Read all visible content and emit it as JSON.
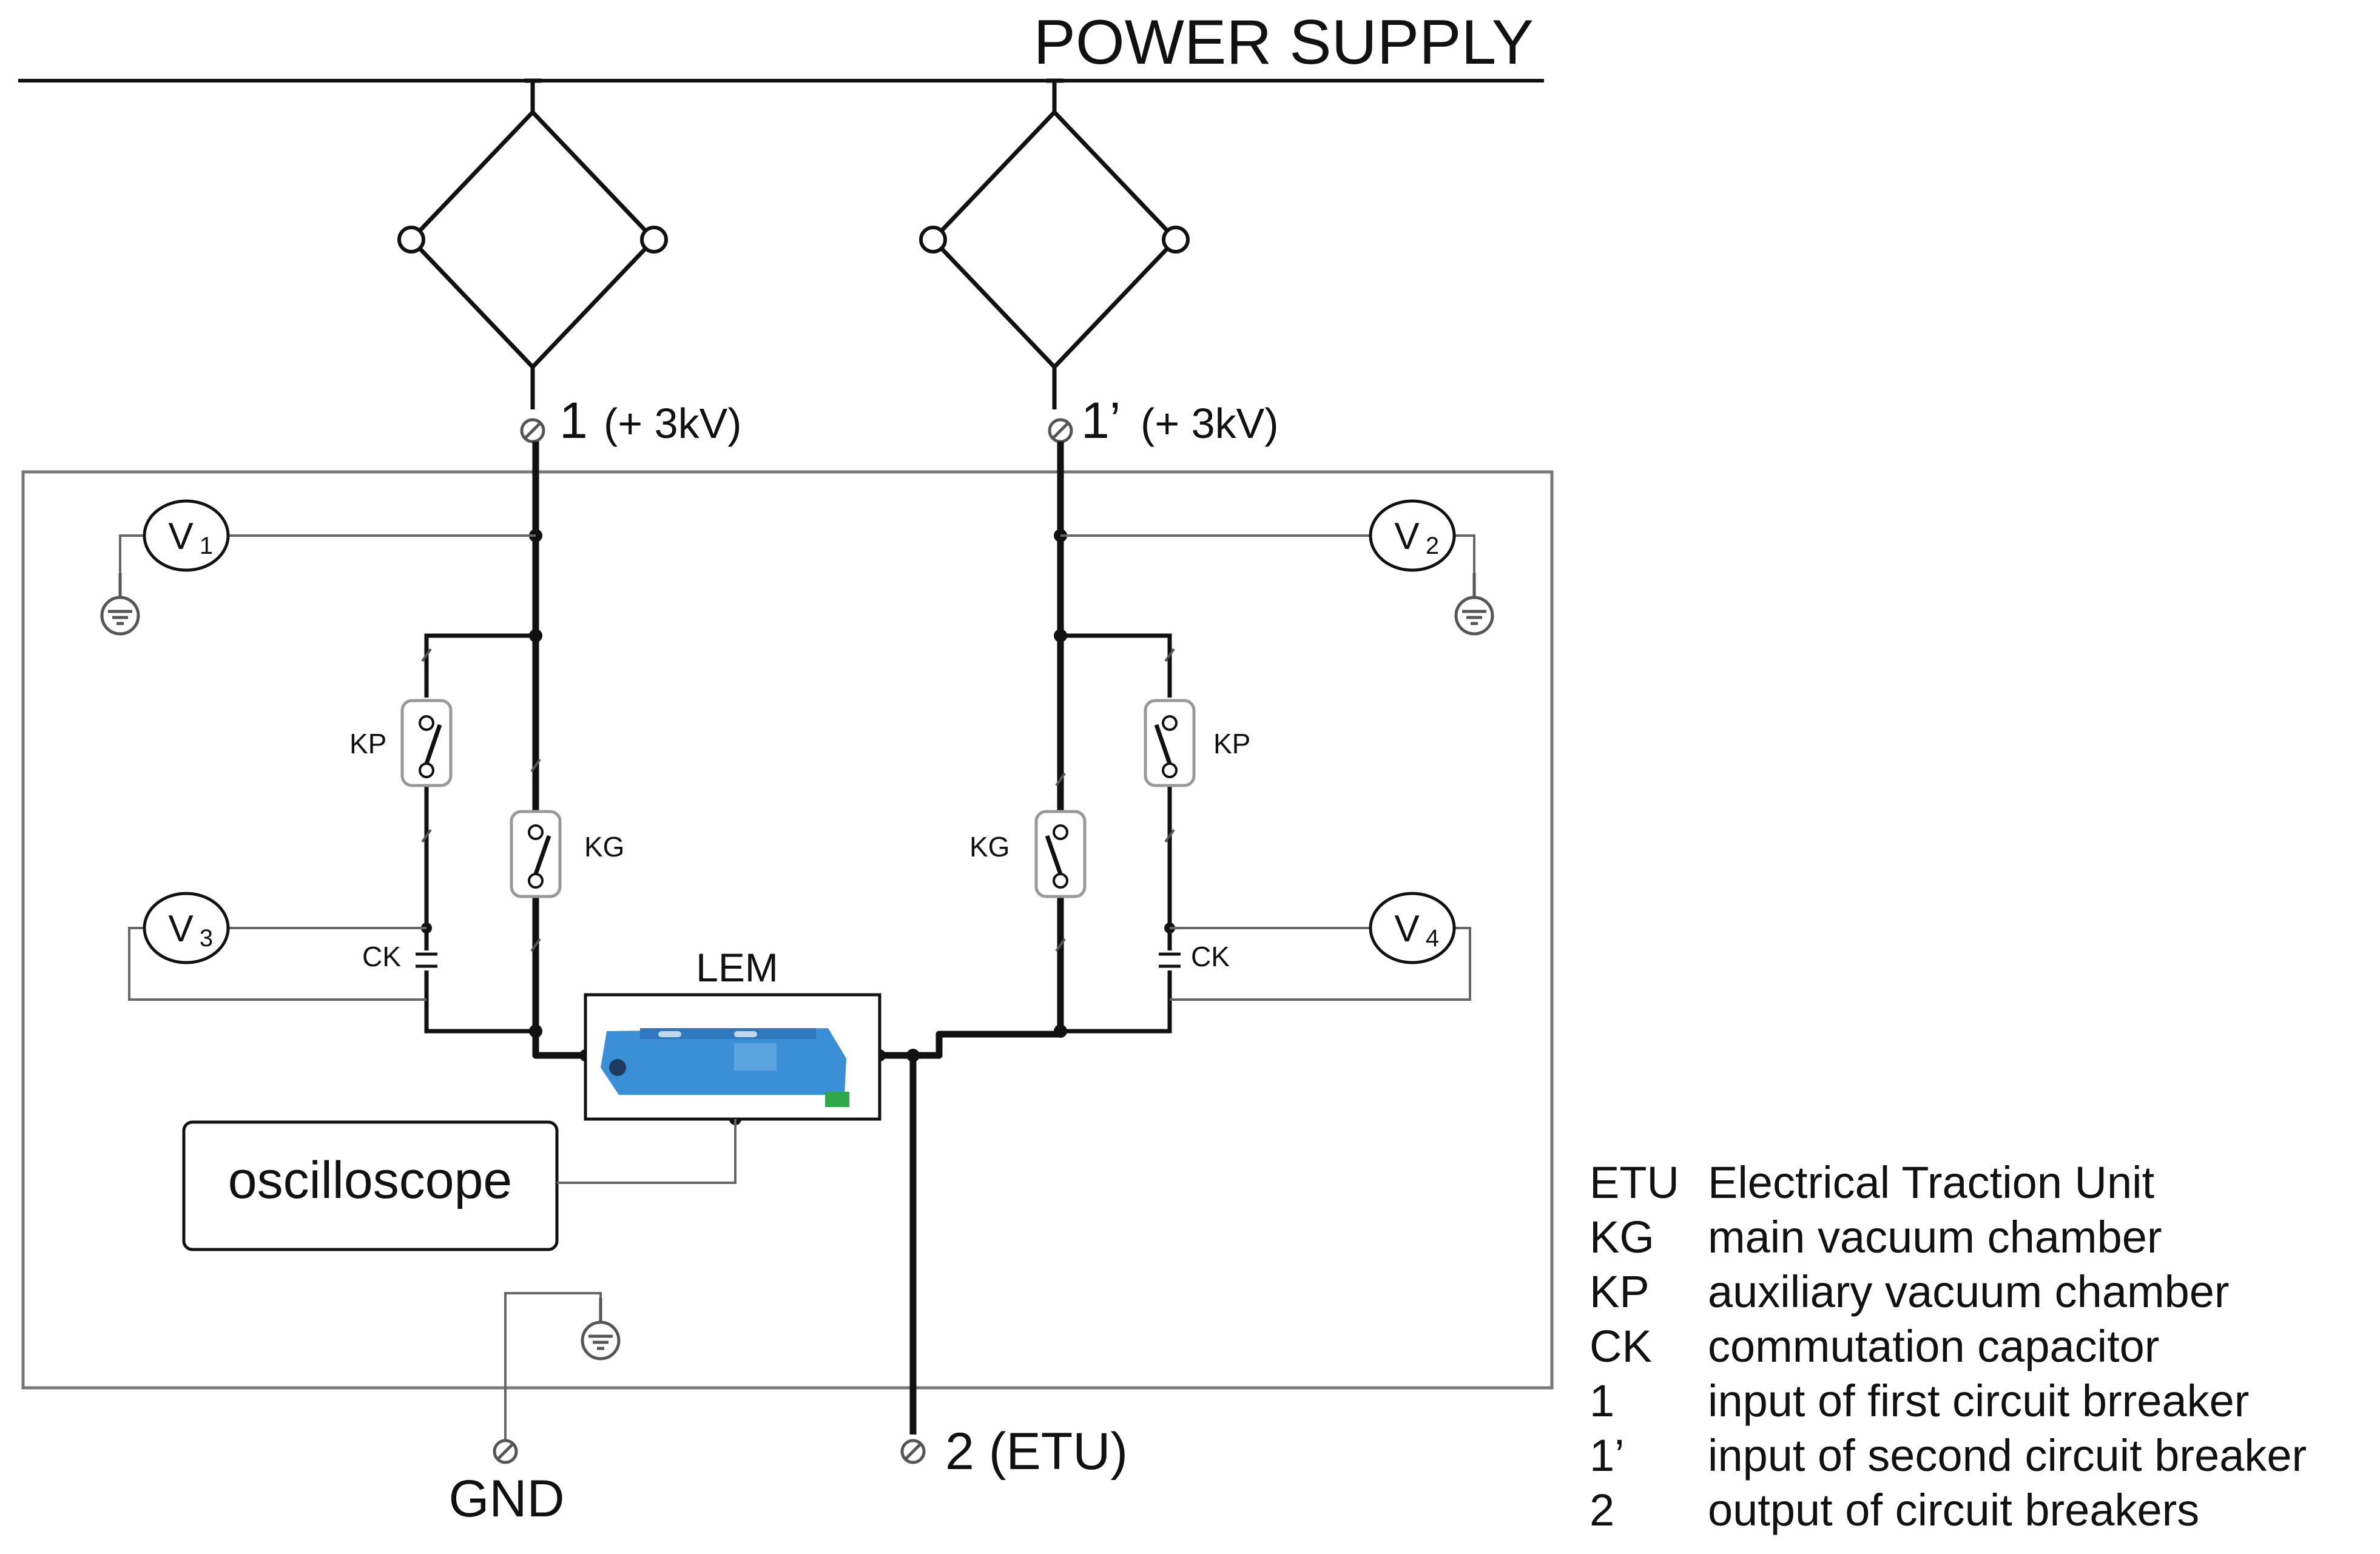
{
  "title": "POWER SUPPLY",
  "terminals": {
    "t1": "1",
    "t1_voltage": "(+ 3kV)",
    "t1p": "1’",
    "t1p_voltage": "(+ 3kV)",
    "t2": "2 (ETU)",
    "gnd": "GND"
  },
  "voltmeters": {
    "v1": {
      "letter": "V",
      "sub": "1"
    },
    "v2": {
      "letter": "V",
      "sub": "2"
    },
    "v3": {
      "letter": "V",
      "sub": "3"
    },
    "v4": {
      "letter": "V",
      "sub": "4"
    }
  },
  "components": {
    "kp_left": "KP",
    "kp_right": "KP",
    "kg_left": "KG",
    "kg_right": "KG",
    "ck_left": "CK",
    "ck_right": "CK",
    "lem": "LEM",
    "oscilloscope": "oscilloscope"
  },
  "legend": [
    {
      "abbr": "ETU",
      "desc": "Electrical Traction Unit"
    },
    {
      "abbr": "KG",
      "desc": "main vacuum chamber"
    },
    {
      "abbr": "KP",
      "desc": "auxiliary vacuum chamber"
    },
    {
      "abbr": "CK",
      "desc": "commutation capacitor"
    },
    {
      "abbr": "1",
      "desc": "input of first circuit brreaker"
    },
    {
      "abbr": "1’",
      "desc": "input of second circuit breaker"
    },
    {
      "abbr": "2",
      "desc": "output of circuit breakers"
    }
  ],
  "colors": {
    "wire": "#111111",
    "thin_wire": "#666666",
    "box_border": "#777777",
    "lem_sensor": "#3a8fd6",
    "lem_connector": "#2ea84a"
  }
}
